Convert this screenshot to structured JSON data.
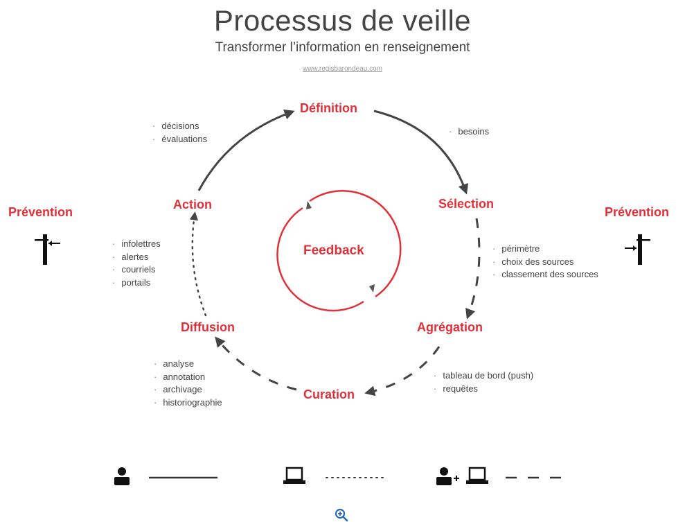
{
  "title": "Processus de veille",
  "subtitle": "Transformer l’information en renseignement",
  "url": "www.regisbarondeau.com",
  "stages": {
    "definition": "Définition",
    "selection": "Sélection",
    "agregation": "Agrégation",
    "curation": "Curation",
    "diffusion": "Diffusion",
    "action": "Action",
    "feedback": "Feedback"
  },
  "prevention": {
    "left": "Prévention",
    "right": "Prévention"
  },
  "notes": {
    "action_definition": [
      "décisions",
      "évaluations"
    ],
    "definition_selection": [
      "besoins"
    ],
    "selection_agregation": [
      "périmètre",
      "choix des sources",
      "classement des sources"
    ],
    "agregation_curation": [
      "tableau de bord (push)",
      "requêtes"
    ],
    "curation_diffusion": [
      "analyse",
      "annotation",
      "archivage",
      "historiographie"
    ],
    "diffusion_action": [
      "infolettres",
      "alertes",
      "courriels",
      "portails"
    ]
  },
  "colors": {
    "accent": "#e0303a",
    "text": "#444444",
    "arrow": "#444444"
  },
  "legend_icons": [
    "person-icon",
    "laptop-icon",
    "person-plus-laptop-icon"
  ],
  "zoom_icon": "zoom-in-icon"
}
